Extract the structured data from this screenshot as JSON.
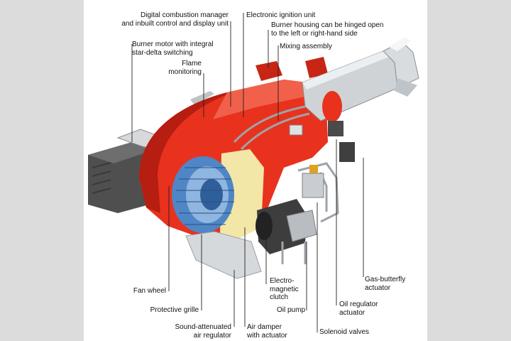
{
  "labels": {
    "digital_manager": "Digital combustion manager\nand inbuilt control and display unit",
    "ignition_unit": "Electronic ignition unit",
    "burner_housing": "Burner housing can be hinged open\nto the left or right-hand side",
    "burner_motor": "Burner motor with integral\nstar-delta switching",
    "mixing_assembly": "Mixing assembly",
    "flame_monitoring": "Flame\nmonitoring",
    "fan_wheel": "Fan wheel",
    "protective_grille": "Protective grille",
    "sound_attenuated": "Sound-attenuated\nair regulator",
    "air_damper": "Air damper\nwith actuator",
    "electromagnetic_clutch": "Electro-\nmagnetic\nclutch",
    "oil_pump": "Oil pump",
    "solenoid_valves": "Solenoid valves",
    "oil_regulator": "Oil regulator\nactuator",
    "gas_butterfly": "Gas-butterfly\nactuator"
  },
  "colors": {
    "housing_red": "#e8321e",
    "housing_dark": "#b51e10",
    "motor_grey": "#5a5a5a",
    "fan_blue": "#4f86c6",
    "insulation_yellow": "#f3e7a8",
    "tube_silver": "#cfd3d6",
    "leader_line": "#222222"
  }
}
